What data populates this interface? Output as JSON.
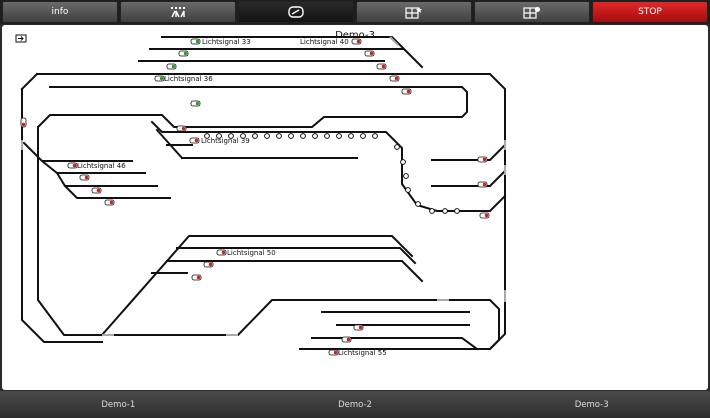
{
  "toolbar": {
    "buttons": [
      {
        "label": "info",
        "icon": ""
      },
      {
        "label": "",
        "icon": "turnout-grid-icon"
      },
      {
        "label": "",
        "icon": "controller-icon"
      },
      {
        "label": "",
        "icon": "layout-edit-icon"
      },
      {
        "label": "",
        "icon": "layout-settings-icon"
      },
      {
        "label": "STOP",
        "icon": ""
      }
    ]
  },
  "panel": {
    "title": "Demo-3"
  },
  "signals": {
    "s33": "Lichtsignal 33",
    "s40": "Lichtsignal 40",
    "s36": "Lichtsignal 36",
    "s39": "Lichtsignal 39",
    "s46": "Lichtsignal 46",
    "s50": "Lichtsignal 50",
    "s55": "Lichtsignal 55"
  },
  "tabs": [
    "Demo-1",
    "Demo-2",
    "Demo-3"
  ],
  "colors": {
    "stop": "#c81515",
    "signal_red": "#d41d1d",
    "signal_green": "#23a323",
    "track": "#111111"
  }
}
